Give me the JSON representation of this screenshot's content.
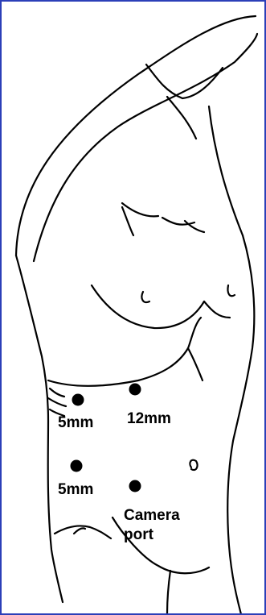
{
  "ports": [
    {
      "id": "port-5mm-upper",
      "label": "5mm"
    },
    {
      "id": "port-12mm",
      "label": "12mm"
    },
    {
      "id": "port-5mm-lower",
      "label": "5mm"
    },
    {
      "id": "port-camera",
      "label_line1": "Camera",
      "label_line2": "port"
    }
  ],
  "colors": {
    "border": "#2b3fb8",
    "line": "#000000",
    "background": "#ffffff"
  }
}
